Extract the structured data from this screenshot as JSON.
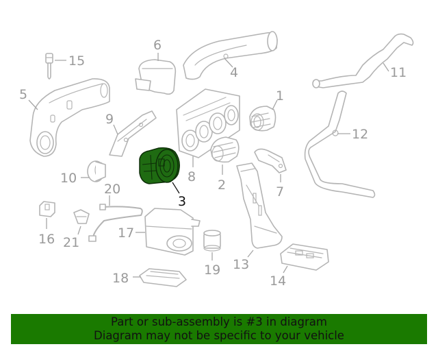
{
  "callouts": {
    "c1": "1",
    "c2": "2",
    "c3": "3",
    "c4": "4",
    "c5": "5",
    "c6": "6",
    "c7": "7",
    "c8": "8",
    "c9": "9",
    "c10": "10",
    "c11": "11",
    "c12": "12",
    "c13": "13",
    "c14": "14",
    "c15": "15",
    "c16": "16",
    "c17": "17",
    "c18": "18",
    "c19": "19",
    "c20": "20",
    "c21": "21"
  },
  "highlighted_part": "3",
  "banner": {
    "line1": "Part or sub-assembly is #3 in diagram",
    "line2": "Diagram may not be specific to your vehicle"
  },
  "colors": {
    "highlight_fill": "#1f6b12",
    "banner_bg": "#1a7a00",
    "line_art": "#b4b4b4"
  }
}
